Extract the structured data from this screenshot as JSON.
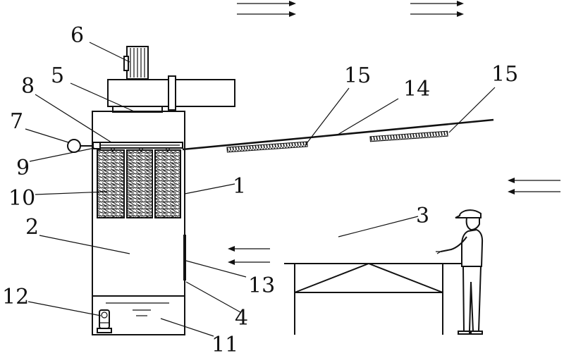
{
  "labels": {
    "l1": "1",
    "l2": "2",
    "l3": "3",
    "l4": "4",
    "l5": "5",
    "l6": "6",
    "l7": "7",
    "l8": "8",
    "l9": "9",
    "l10": "10",
    "l11": "11",
    "l12": "12",
    "l13": "13",
    "l14": "14",
    "l15a": "15",
    "l15b": "15"
  }
}
